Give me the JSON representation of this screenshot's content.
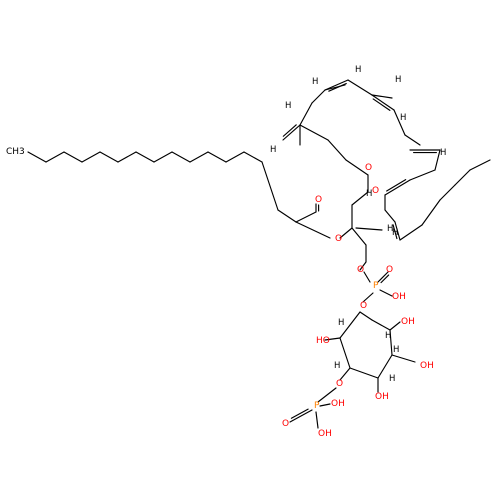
{
  "colors": {
    "bond": "#000000",
    "oxygen": "#ff0000",
    "phosphorus": "#ff8000",
    "carbon": "#000000",
    "hydrogen": "#000000",
    "background": "#ffffff"
  },
  "labels": {
    "methyl": "CH3",
    "ester_o_sn1": "O",
    "carbonyl_o_sn1": "O",
    "ester_o_sn2": "O",
    "carbonyl_o_sn2": "O",
    "glycerol_h": "H",
    "phosphate_bridge_o": "O",
    "phosphorus_1": "P",
    "phosphorus_1_oxo": "O",
    "phosphorus_1_oh": "OH",
    "inositol_o1": "O",
    "inositol_ho_left": "HO",
    "inositol_oh_upper": "OH",
    "inositol_oh_right": "OH",
    "inositol_oh_lower": "OH",
    "inositol_o5": "O",
    "phosphorus_2": "P",
    "phosphorus_2_oxo": "O",
    "phosphorus_2_oh_right": "OH",
    "phosphorus_2_oh_bottom": "OH",
    "h": "H"
  }
}
